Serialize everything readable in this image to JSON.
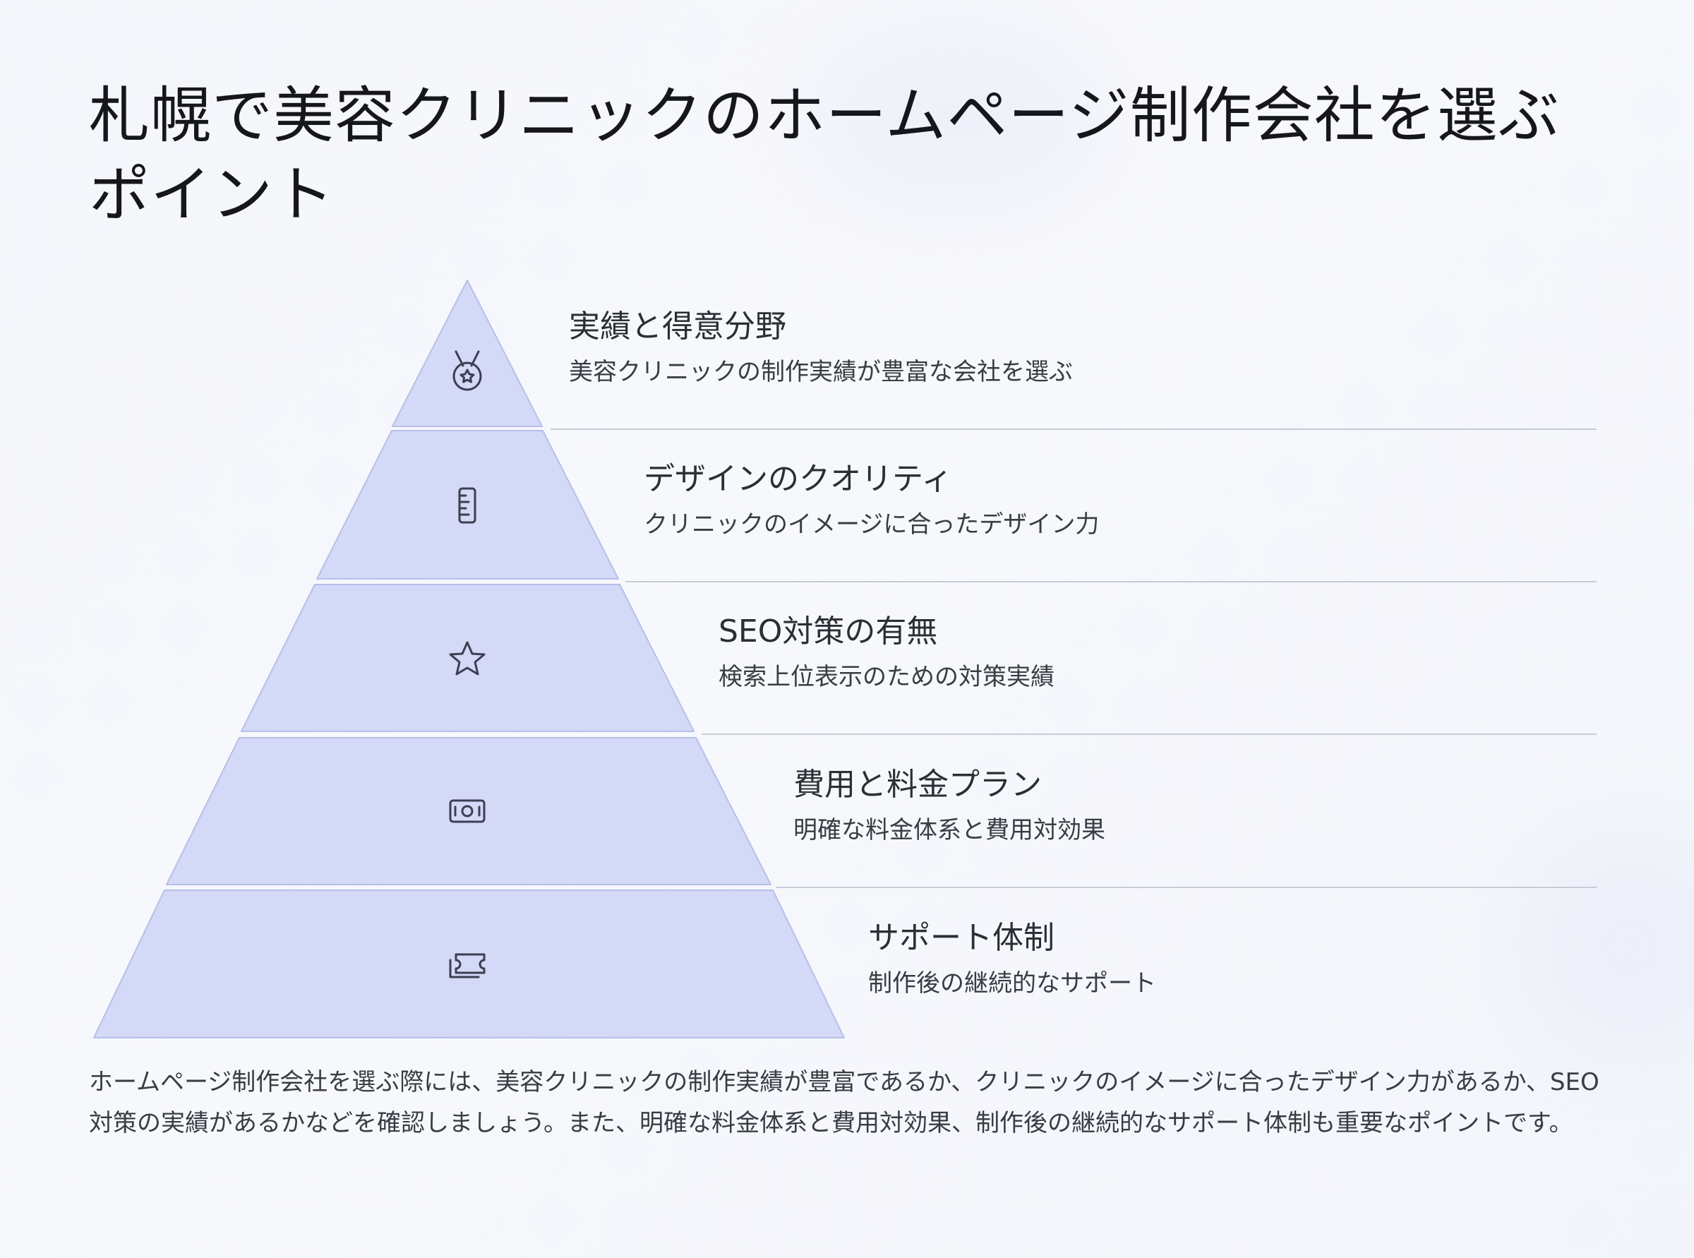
{
  "title": "札幌で美容クリニックのホームページ制作会社を選ぶポイント",
  "tiers": [
    {
      "icon": "medal-icon",
      "title": "実績と得意分野",
      "description": "美容クリニックの制作実績が豊富な会社を選ぶ"
    },
    {
      "icon": "ruler-icon",
      "title": "デザインのクオリティ",
      "description": "クリニックのイメージに合ったデザイン力"
    },
    {
      "icon": "star-icon",
      "title": "SEO対策の有無",
      "description": "検索上位表示のための対策実績"
    },
    {
      "icon": "banknote-icon",
      "title": "費用と料金プラン",
      "description": "明確な料金体系と費用対効果"
    },
    {
      "icon": "ticket-icon",
      "title": "サポート体制",
      "description": "制作後の継続的なサポート"
    }
  ],
  "summary": "ホームページ制作会社を選ぶ際には、美容クリニックの制作実績が豊富であるか、クリニックのイメージに合ったデザイン力があるか、SEO対策の実績があるかなどを確認しましょう。また、明確な料金体系と費用対効果、制作後の継続的なサポート体制も重要なポイントです。",
  "colors": {
    "tier_fill": "#d3d9f7",
    "tier_stroke": "#b7c0e8",
    "icon_stroke": "#3b3f52",
    "divider": "#c8ccd8"
  }
}
